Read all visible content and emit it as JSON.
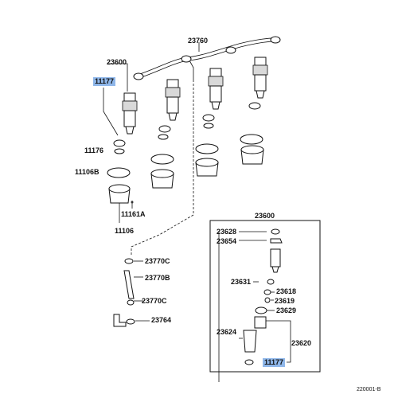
{
  "labels": {
    "l23760": "23760",
    "l23600_top": "23600",
    "l11177_top": "11177",
    "l11176": "11176",
    "l11106B": "11106B",
    "l11161A": "11161A",
    "l11106": "11106",
    "l23770C_a": "23770C",
    "l23770B": "23770B",
    "l23770C_b": "23770C",
    "l23764": "23764",
    "l23600_box": "23600",
    "l23628": "23628",
    "l23654": "23654",
    "l23631": "23631",
    "l23618": "23618",
    "l23619": "23619",
    "l23629": "23629",
    "l23624": "23624",
    "l23620": "23620",
    "l11177_box": "11177",
    "figure_code": "220001-B"
  },
  "colors": {
    "highlight": "#8fb7ea",
    "line": "#111111"
  }
}
